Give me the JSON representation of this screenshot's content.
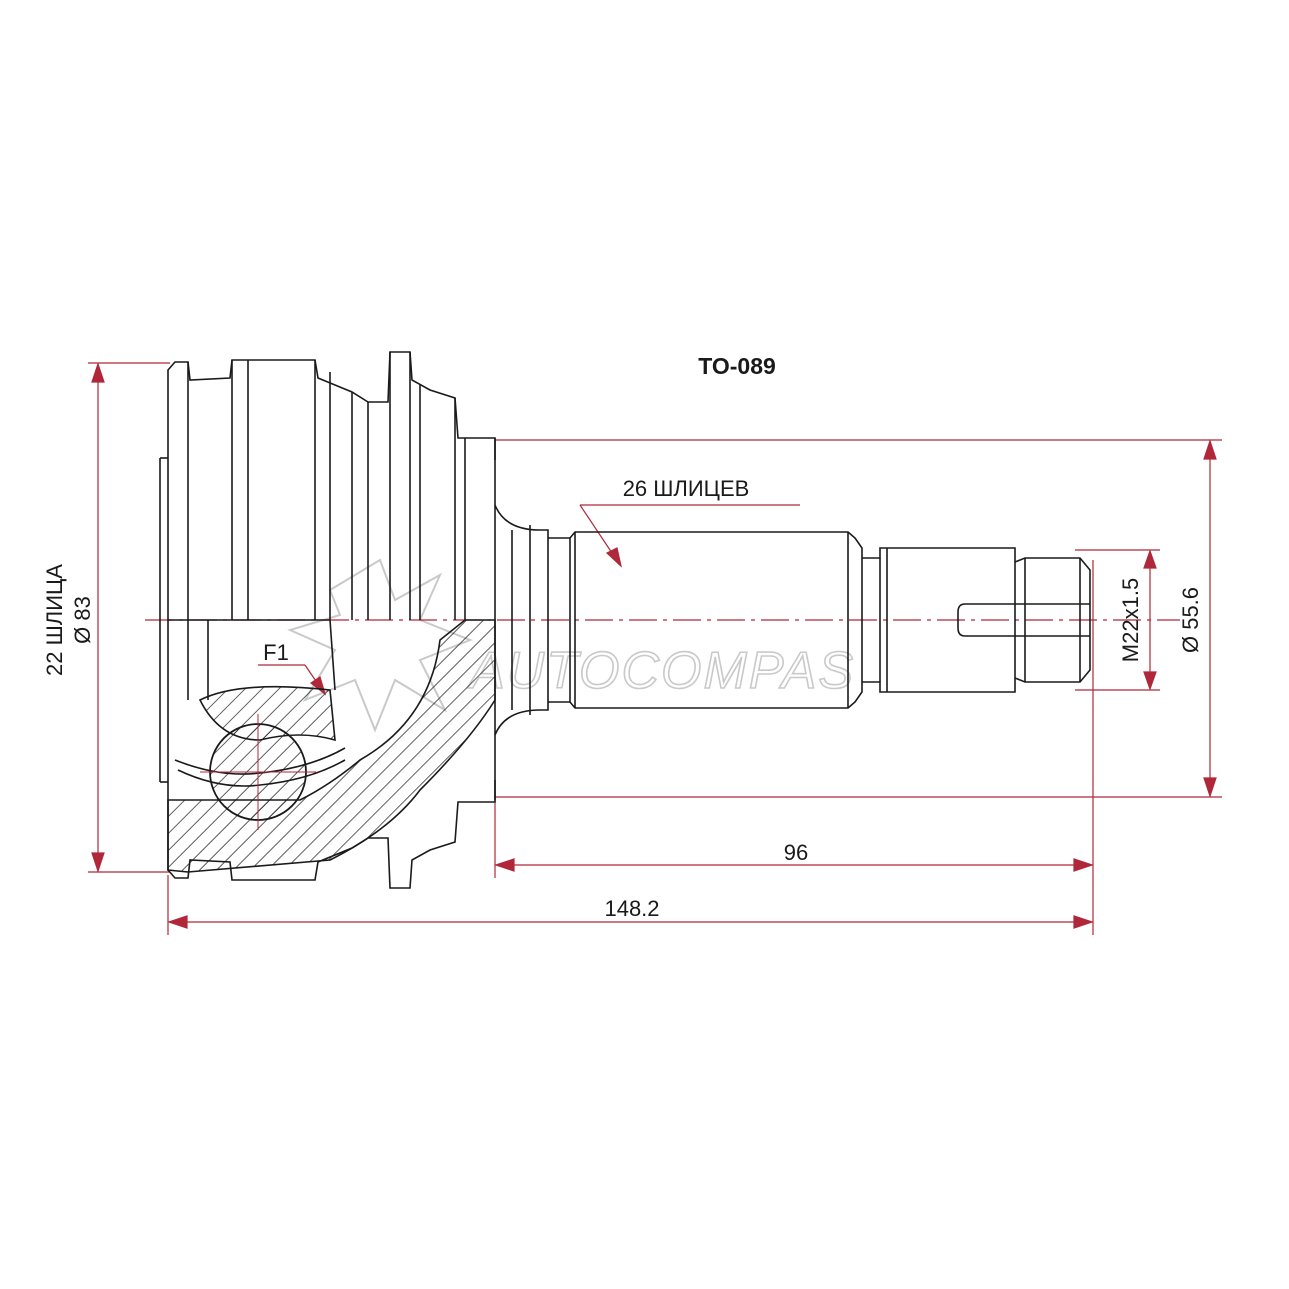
{
  "diagram": {
    "part_number": "TO-089",
    "labels": {
      "outer_splines": "26 ШЛИЦЕВ",
      "thread": "M22x1.5",
      "outer_diameter": "Ø 55.6",
      "inner_splines": "22 ШЛИЦА",
      "inner_diameter": "Ø 83",
      "f1": "F1",
      "length_shaft": "96",
      "length_total": "148.2"
    },
    "watermark": "AUTOCOMPAS",
    "colors": {
      "outline": "#1a1a1a",
      "dimension": "#b0273a",
      "watermark": "#c9c9c9"
    }
  }
}
